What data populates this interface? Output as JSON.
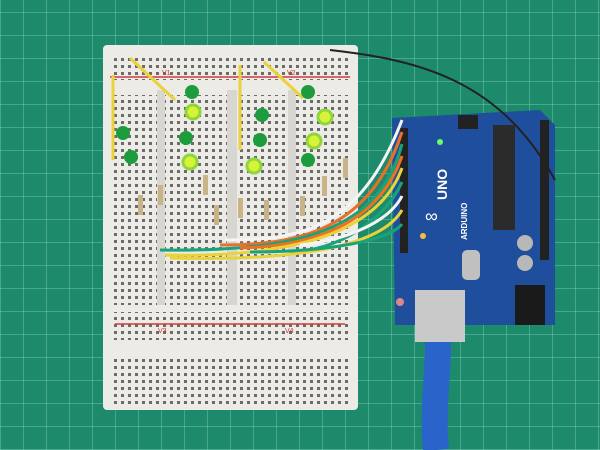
{
  "scene": {
    "breadboard": {
      "rail_labels": [
        "V1",
        "V2",
        "V3",
        "V4"
      ]
    },
    "arduino": {
      "model": "UNO",
      "brand": "ARDUINO"
    },
    "colors": {
      "mat": "#1e8a6c",
      "board": "#1f4f9c",
      "led_off": "#1c9c3c",
      "led_on": "#d8f23a"
    }
  }
}
